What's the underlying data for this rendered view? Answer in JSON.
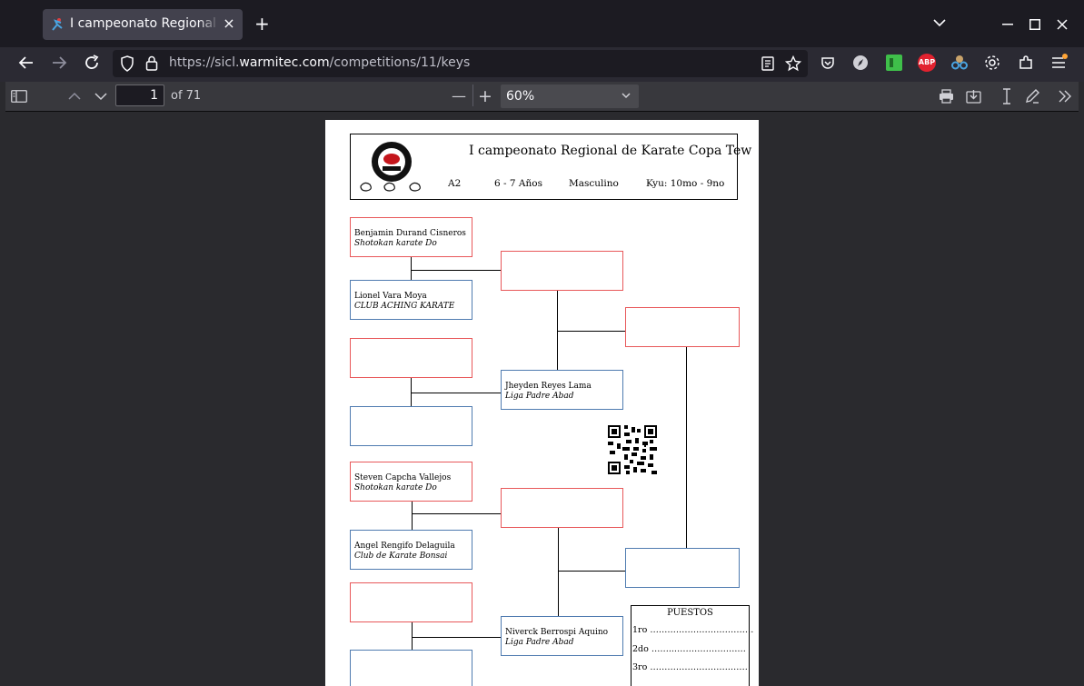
{
  "browser": {
    "tab_title": "I campeonato Regional de Karate Copa Tew",
    "tab_close": "×",
    "new_tab": "+",
    "url_prefix": "https://sicl.",
    "url_host": "warmitec.com",
    "url_path": "/competitions/11/keys",
    "abp_label": "ABP"
  },
  "pdf_toolbar": {
    "page_number": "1",
    "page_total": "of 71",
    "zoom": "60%",
    "zoom_out": "—",
    "zoom_in": "+"
  },
  "document": {
    "title": "I campeonato Regional de Karate Copa Tew",
    "group": "A2",
    "age": "6 - 7 Años",
    "gender": "Masculino",
    "kyu": "Kyu: 10mo - 9no",
    "competitors": [
      {
        "name": "Benjamin Durand Cisneros",
        "club": "Shotokan karate Do"
      },
      {
        "name": "Lionel Vara Moya",
        "club": "CLUB ACHING KARATE"
      },
      {
        "name": "Jheyden Reyes Lama",
        "club": "Liga Padre Abad"
      },
      {
        "name": "Steven Capcha Vallejos",
        "club": "Shotokan karate Do"
      },
      {
        "name": "Angel Rengifo Delaguila",
        "club": "Club de Karate Bonsai"
      },
      {
        "name": "Niverck Berrospi Aquino",
        "club": "Liga Padre Abad"
      }
    ],
    "puestos": {
      "title": "PUESTOS",
      "first": "1ro ………………………………",
      "second": "2do ……..………………….…",
      "third": "3ro ……………………….……"
    }
  },
  "colors": {
    "red_box": "#e8585a",
    "blue_box": "#4f7bb0",
    "toolbar": "#38383d",
    "tabstrip": "#1c1b22"
  }
}
